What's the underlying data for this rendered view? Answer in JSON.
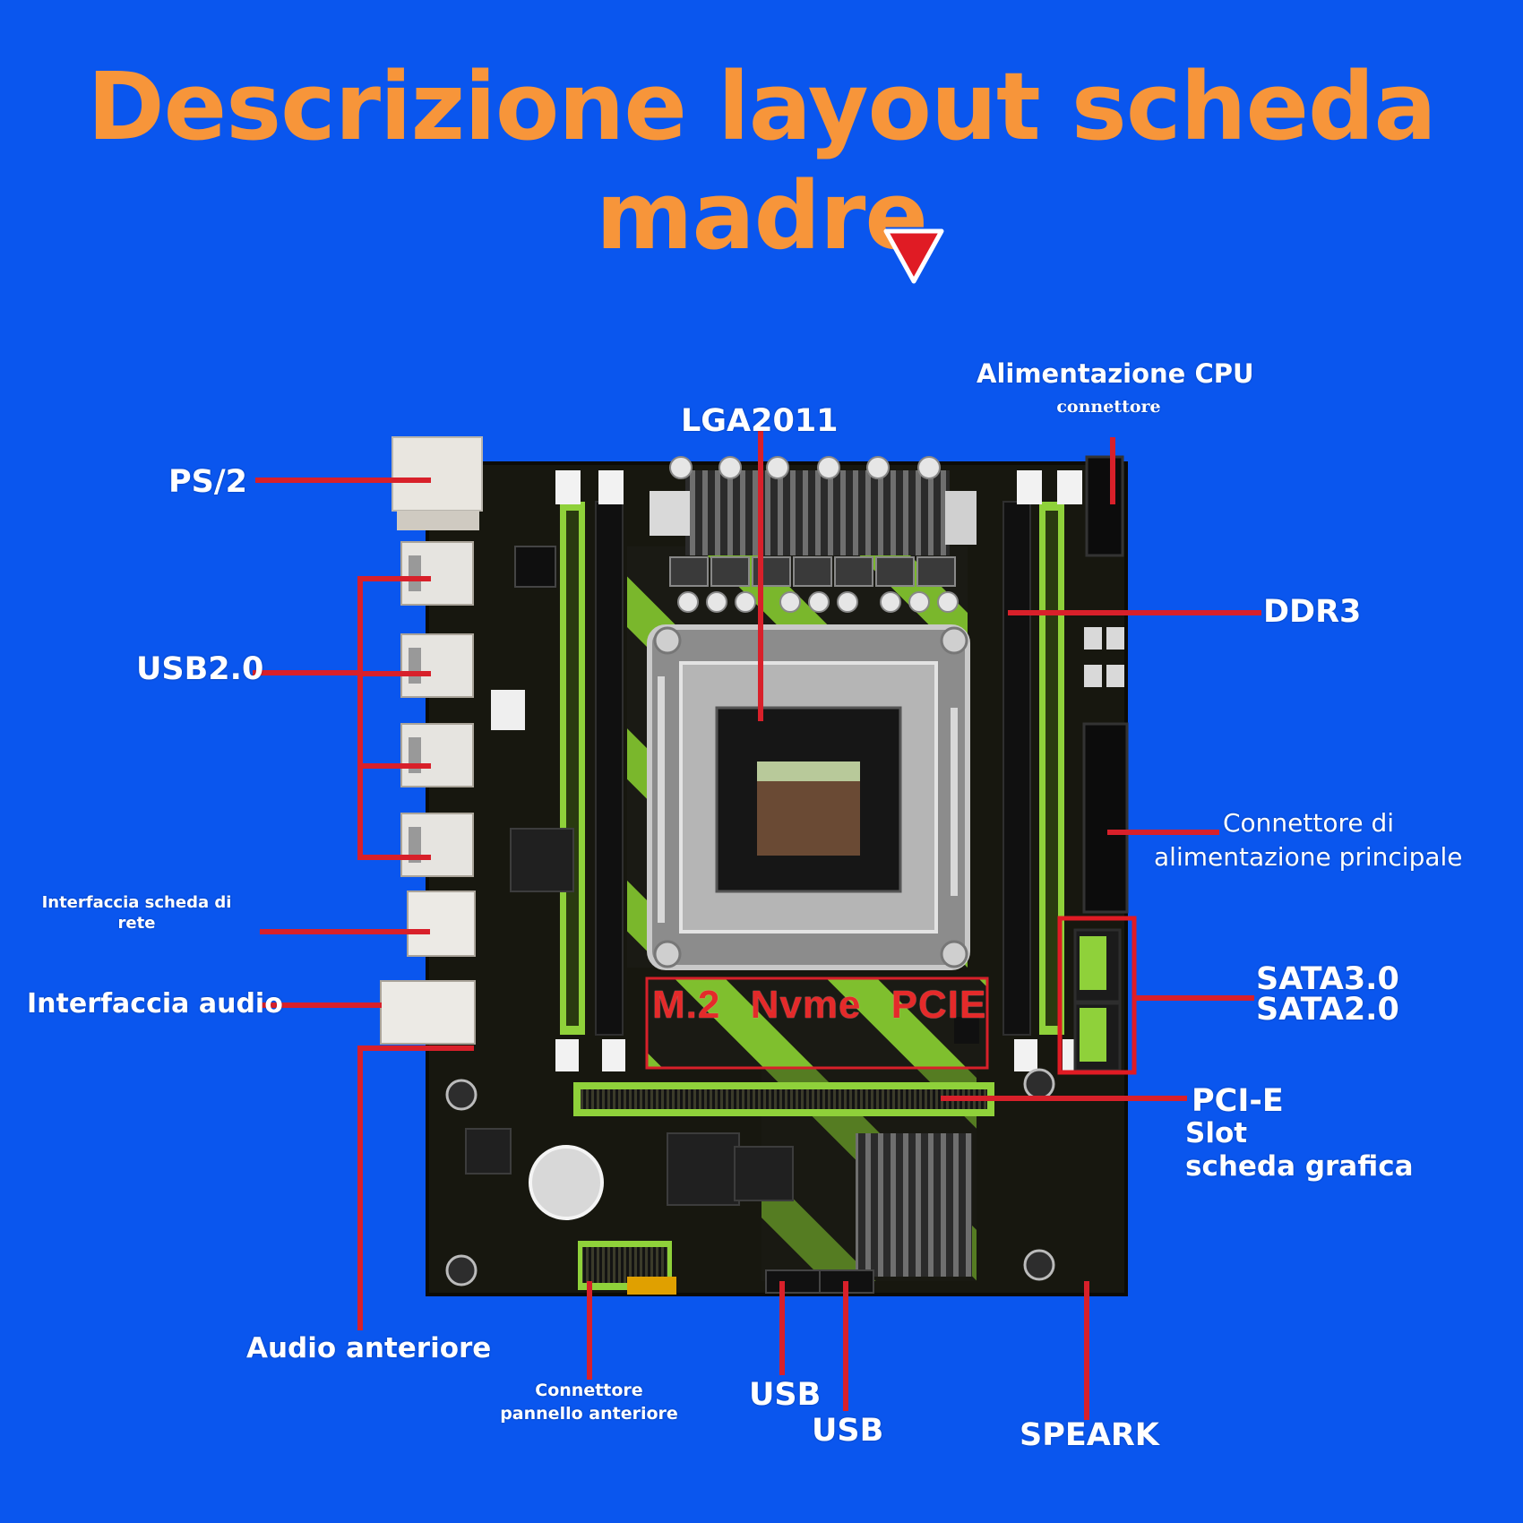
{
  "title": "Descrizione layout scheda madre",
  "colors": {
    "background": "#0a56ee",
    "title": "#f7953a",
    "leader_line": "#d8202a",
    "board": "#1a1a14",
    "accent_green": "#8fd13a",
    "marker": "#e01b24"
  },
  "labels": {
    "cpu_power_title": "Alimentazione CPU",
    "cpu_power_sub": "connettore",
    "lga": "LGA2011",
    "ps2": "PS/2",
    "usb20": "USB2.0",
    "ddr3": "DDR3",
    "main_power_1": "Connettore di",
    "main_power_2": "alimentazione principale",
    "network_1": "Interfaccia scheda di",
    "network_2": "rete",
    "audio": "Interfaccia audio",
    "sata3": "SATA3.0",
    "sata2": "SATA2.0",
    "pcie": "PCI-E",
    "slot": "Slot",
    "gpu_slot": "scheda grafica",
    "front_audio": "Audio anteriore",
    "front_panel_1": "Connettore",
    "front_panel_2": "pannello anteriore",
    "usb_a": "USB",
    "usb_b": "USB",
    "speark": "SPEARK",
    "m2": "M.2 Nvme PCIE"
  },
  "icons": {
    "pointer": "down-triangle-icon"
  }
}
